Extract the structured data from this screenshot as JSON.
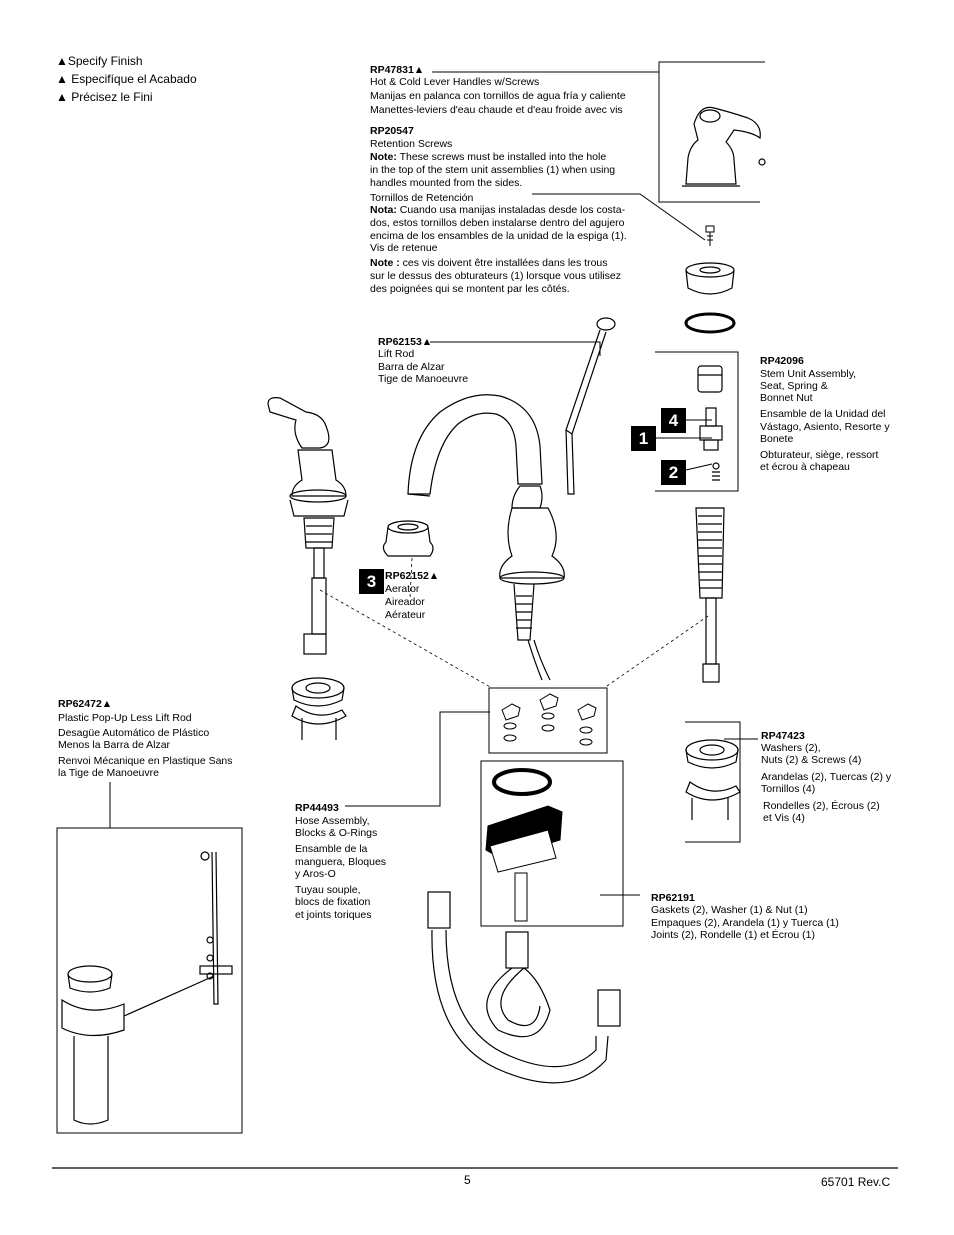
{
  "legend": {
    "en": "▲Specify Finish",
    "es": "▲ Especifíque el Acabado",
    "fr": "▲ Précisez le Fini"
  },
  "parts": {
    "rp47831": {
      "code": "RP47831▲",
      "en": "Hot & Cold Lever Handles w/Screws",
      "es": "Manijas en palanca con tornillos de agua fría y caliente",
      "fr": "Manettes-leviers d'eau chaude et d'eau froide avec vis"
    },
    "rp20547": {
      "code": "RP20547",
      "en": "Retention Screws",
      "note_label": "Note:",
      "note_1": " These screws must be installed into the hole",
      "note_2": "in the top of the stem unit assemblies (1) when using",
      "note_3": "handles mounted  from the sides.",
      "es_title": "Tornillos de Retención",
      "nota_label": "Nota:",
      "nota_1": " Cuando usa manijas instaladas desde los costa-",
      "nota_2": "dos, estos tornillos deben instalarse dentro del agujero",
      "nota_3": "encima de los ensambles de la unidad de la espiga (1).",
      "es_2": "Vis de retenue",
      "fr_label": "Note :",
      "fr_1": " ces vis doivent être installées dans les trous",
      "fr_2": "sur le dessus des obturateurs (1) lorsque vous utilisez",
      "fr_3": "des poignées qui se montent par les côtés."
    },
    "rp62153": {
      "code": "RP62153▲",
      "en": "Lift Rod",
      "es": "Barra de Alzar",
      "fr": "Tige de Manoeuvre"
    },
    "rp42096": {
      "code": "RP42096",
      "en_1": "Stem Unit Assembly,",
      "en_2": "Seat, Spring &",
      "en_3": "Bonnet Nut",
      "es_1": "Ensamble de la Unidad del",
      "es_2": "Vástago, Asiento, Resorte y",
      "es_3": "Bonete",
      "fr_1": "Obturateur, siège, ressort",
      "fr_2": "et écrou à chapeau"
    },
    "rp62152": {
      "code": "RP62152▲",
      "en": "Aerator",
      "es": "Aireador",
      "fr": "Aérateur"
    },
    "rp62472": {
      "code": "RP62472▲",
      "en": "Plastic Pop-Up Less Lift Rod",
      "es_1": "Desagüe Automático de Plástico",
      "es_2": "Menos la Barra de Alzar",
      "fr_1": "Renvoi Mécanique en Plastique Sans",
      "fr_2": "la Tige de Manoeuvre"
    },
    "rp47423": {
      "code": "RP47423",
      "en_1": "Washers (2),",
      "en_2": "Nuts (2) & Screws (4)",
      "es_1": "Arandelas (2), Tuercas (2) y",
      "es_2": "Tornillos (4)",
      "fr_1": "Rondelles (2), Écrous (2)",
      "fr_2": "et Vis (4)"
    },
    "rp44493": {
      "code": "RP44493",
      "en_1": "Hose Assembly,",
      "en_2": "Blocks & O-Rings",
      "es_1": "Ensamble de la",
      "es_2": "manguera, Bloques",
      "es_3": "y Aros-O",
      "fr_1": "Tuyau souple,",
      "fr_2": "blocs de fixation",
      "fr_3": "et joints toriques"
    },
    "rp62191": {
      "code": "RP62191",
      "en": "Gaskets (2), Washer (1) & Nut (1)",
      "es": "Empaques (2), Arandela (1) y Tuerca (1)",
      "fr": "Joints (2), Rondelle (1) et Écrou (1)"
    }
  },
  "callouts": {
    "n1": "1",
    "n2": "2",
    "n3": "3",
    "n4": "4"
  },
  "footer": {
    "page": "5",
    "doc": "65701  Rev.C"
  }
}
